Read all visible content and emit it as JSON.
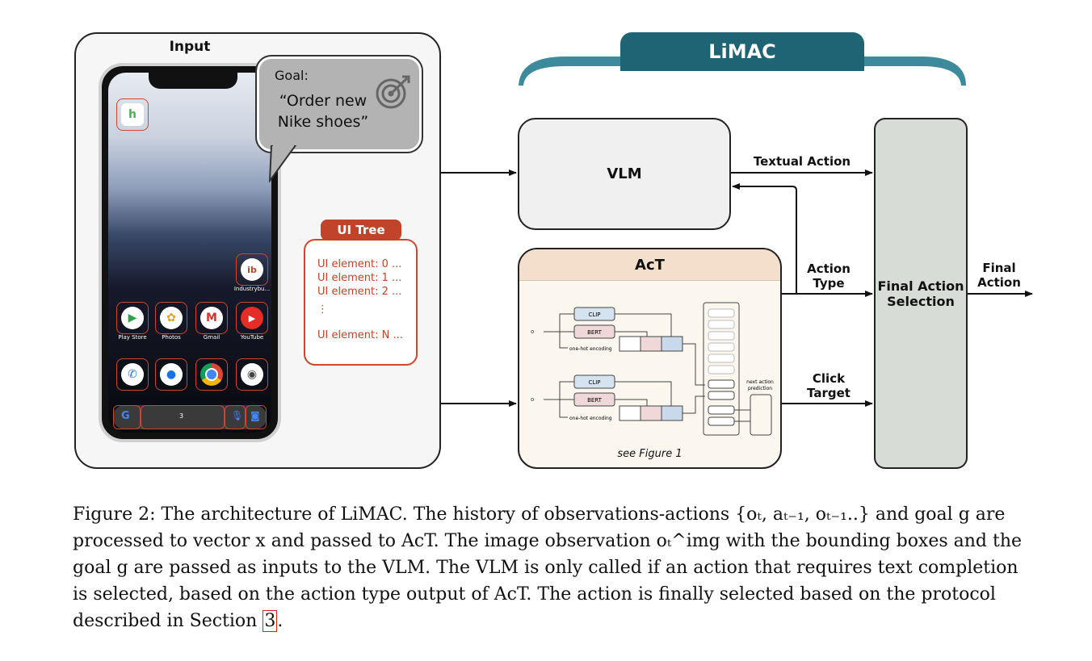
{
  "input": {
    "title": "Input",
    "goal_label": "Goal:",
    "goal_text": "“Order new Nike shoes”",
    "phone": {
      "apps": [
        {
          "name": "Industrybu...",
          "glyph": "ib",
          "color": "#c1432a"
        },
        {
          "name": "Play Store",
          "glyph": "▶",
          "color": "#2ba24c"
        },
        {
          "name": "Photos",
          "glyph": "✿",
          "color": "#e0a020"
        },
        {
          "name": "Gmail",
          "glyph": "M",
          "color": "#d93025"
        },
        {
          "name": "YouTube",
          "glyph": "▶",
          "color": "#e52d27"
        }
      ],
      "dock_number": "3"
    }
  },
  "ui_tree": {
    "title": "UI Tree",
    "items": [
      "UI element: 0 ...",
      "UI element: 1 ...",
      "UI element: 2 ...",
      "⋮",
      "UI element: N ..."
    ]
  },
  "limac": {
    "title": "LiMAC"
  },
  "vlm": {
    "label": "VLM"
  },
  "act": {
    "title": "AcT",
    "footer": "see Figure 1",
    "inner": {
      "clip_label": "CLIP",
      "bert_label": "BERT",
      "onehot_label": "one-hot encoding",
      "next_action_label": "next action prediction"
    }
  },
  "final": {
    "label": "Final Action Selection"
  },
  "edges": {
    "textual_action": "Textual Action",
    "action_type_1": "Action",
    "action_type_2": "Type",
    "click_target_1": "Click",
    "click_target_2": "Target",
    "final_action_1": "Final",
    "final_action_2": "Action"
  },
  "caption": {
    "line1": "Figure 2: The architecture of LiMAC. The history of observations-actions {o",
    "text": "Figure 2: The architecture of LiMAC. The history of observations-actions {oₜ, aₜ₋₁, oₜ₋₁..} and goal g are processed to vector x and passed to AcT. The image observation oₜ^img with the bounding boxes and the goal g are passed as inputs to the VLM. The VLM is only called if an action that requires text completion is selected, based on the action type output of AcT. The action is finally selected based on the protocol described in Section",
    "section_ref": "3",
    "end": "."
  }
}
